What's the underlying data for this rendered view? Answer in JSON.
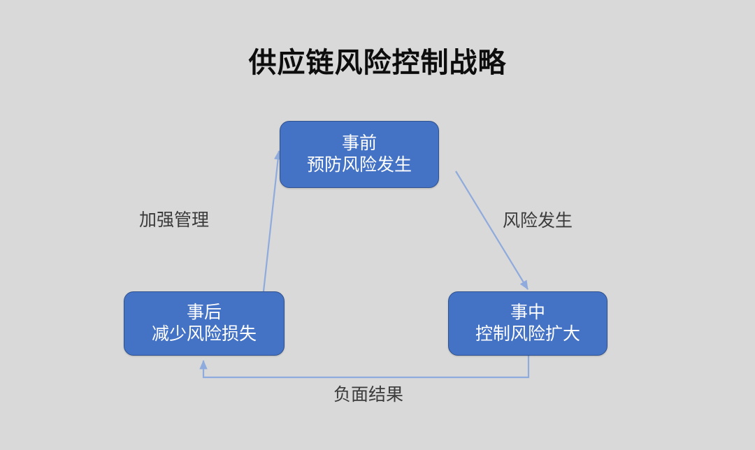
{
  "page": {
    "title": "供应链风险控制战略",
    "background_color": "#d9d9d9",
    "node_fill_color": "#4472c4",
    "node_border_color": "#2f528f",
    "node_text_color": "#ffffff",
    "arrow_color": "#8faadc",
    "label_text_color": "#3b3b3b"
  },
  "diagram": {
    "type": "cycle-flow",
    "nodes": [
      {
        "id": "before",
        "position": "top",
        "line1": "事前",
        "line2": "预防风险发生"
      },
      {
        "id": "during",
        "position": "bottom-right",
        "line1": "事中",
        "line2": "控制风险扩大"
      },
      {
        "id": "after",
        "position": "bottom-left",
        "line1": "事后",
        "line2": "减少风险损失"
      }
    ],
    "edges": [
      {
        "id": "before-to-during",
        "from": "before",
        "to": "during",
        "label": "风险发生",
        "style": "diagonal-arrow"
      },
      {
        "id": "during-to-after",
        "from": "during",
        "to": "after",
        "label": "负面结果",
        "style": "orthogonal-arrow"
      },
      {
        "id": "after-to-before",
        "from": "after",
        "to": "before",
        "label": "加强管理",
        "style": "diagonal-arrow"
      }
    ]
  }
}
